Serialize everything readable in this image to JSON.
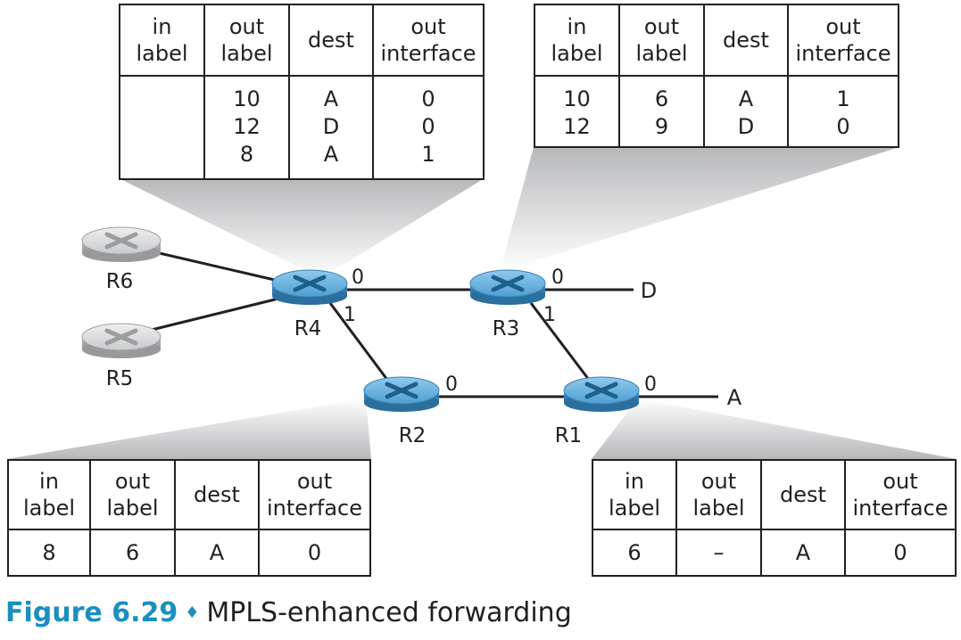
{
  "tables": {
    "headers": [
      "in\nlabel",
      "out\nlabel",
      "dest",
      "out\ninterface"
    ],
    "r4": {
      "in_label": [
        ""
      ],
      "out_label": [
        "10",
        "12",
        "8"
      ],
      "dest": [
        "A",
        "D",
        "A"
      ],
      "out_interface": [
        "0",
        "0",
        "1"
      ]
    },
    "r3": {
      "in_label": [
        "10",
        "12"
      ],
      "out_label": [
        "6",
        "9"
      ],
      "dest": [
        "A",
        "D"
      ],
      "out_interface": [
        "1",
        "0"
      ]
    },
    "r2": {
      "in_label": [
        "8"
      ],
      "out_label": [
        "6"
      ],
      "dest": [
        "A"
      ],
      "out_interface": [
        "0"
      ]
    },
    "r1": {
      "in_label": [
        "6"
      ],
      "out_label": [
        "–"
      ],
      "dest": [
        "A"
      ],
      "out_interface": [
        "0"
      ]
    }
  },
  "routers": {
    "r6": "R6",
    "r5": "R5",
    "r4": "R4",
    "r3": "R3",
    "r2": "R2",
    "r1": "R1"
  },
  "interfaces": {
    "r4_0": "0",
    "r4_1": "1",
    "r3_0": "0",
    "r3_1": "1",
    "r2_0": "0",
    "r1_0": "0"
  },
  "destinations": {
    "d": "D",
    "a": "A"
  },
  "caption": {
    "figure": "Figure 6.29",
    "separator": "♦",
    "text": "MPLS-enhanced forwarding"
  },
  "colors": {
    "active_router": "#5aa7d6",
    "inactive_router": "#c8cacc",
    "caption_accent": "#1a8fc0",
    "line": "#231f20"
  },
  "icons": {
    "router": "router-icon",
    "caption_separator": "diamond-icon"
  }
}
